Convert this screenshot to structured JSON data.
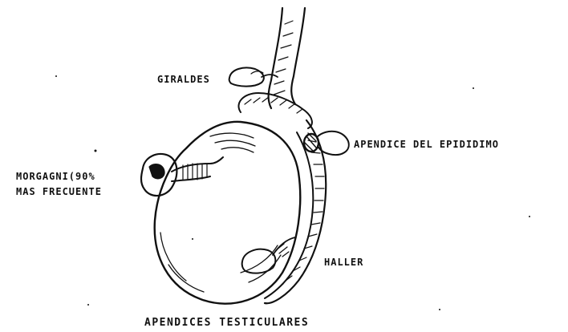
{
  "labels": {
    "giraldes": "GIRALDES",
    "epididimo": "APENDICE DEL EPIDIDIMO",
    "morgagni_line1": "MORGAGNI(90%",
    "morgagni_line2": "MAS FRECUENTE",
    "haller": "HALLER"
  },
  "caption": "APENDICES TESTICULARES",
  "colors": {
    "ink": "#111111",
    "background": "#ffffff"
  }
}
